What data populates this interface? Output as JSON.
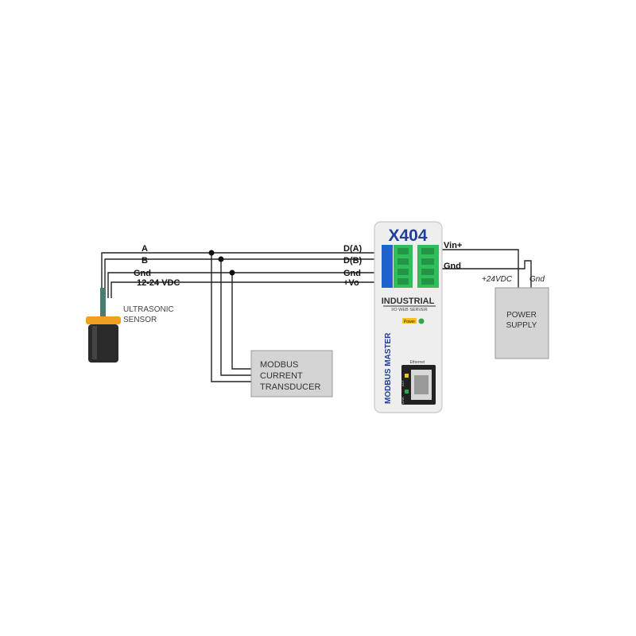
{
  "wires": {
    "sensor_side": [
      "A",
      "B",
      "Gnd",
      "12-24 VDC"
    ],
    "device_side": [
      "D(A)",
      "D(B)",
      "Gnd",
      "+Vo"
    ],
    "power_side": [
      "Vin+",
      "Gnd"
    ]
  },
  "sensor": {
    "label_line1": "ULTRASONIC",
    "label_line2": "SENSOR"
  },
  "transducer": {
    "line1": "MODBUS",
    "line2": "CURRENT",
    "line3": "TRANSDUCER"
  },
  "power_supply": {
    "line1": "POWER",
    "line2": "SUPPLY",
    "pos_terminal": "+24VDC",
    "neg_terminal": "Gnd"
  },
  "device": {
    "model": "X404",
    "brand": "INDUSTRIAL",
    "brand_sub": "I/O WEB SERVER",
    "power_led_label": "Power",
    "side_label": "MODBUS MASTER",
    "port_label": "Ethernet",
    "port_led_labels": [
      "ACT",
      "LINK"
    ]
  },
  "colors": {
    "wire": "#222222",
    "box_fill": "#d4d4d4",
    "box_stroke": "#9a9a9a",
    "terminal_green": "#2fbf5a",
    "terminal_blue": "#1f63c8",
    "sensor_body": "#2a2a2a",
    "sensor_collar": "#f0a020",
    "device_text_blue": "#1f3f9a",
    "led_green": "#2fa84a",
    "led_yellow": "#f5c518"
  }
}
